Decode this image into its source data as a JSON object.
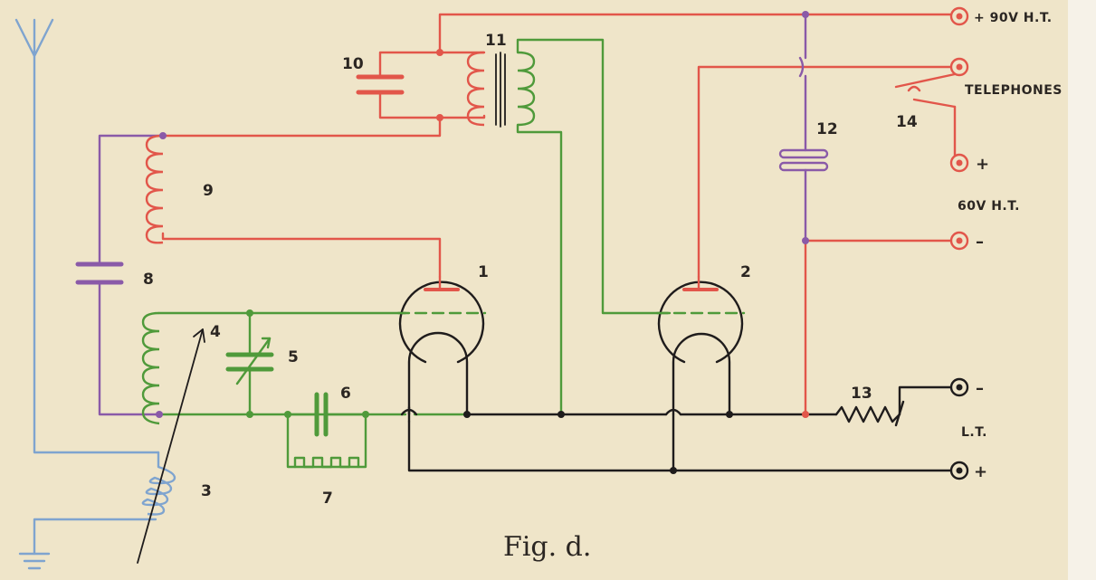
{
  "colors": {
    "red": "#e2564a",
    "green": "#4f9a3a",
    "blue": "#7fa4cf",
    "purple": "#8a5aa8",
    "black": "#1f1c1c",
    "background": "#efe5c9"
  },
  "labels": {
    "n1": "1",
    "n2": "2",
    "n3": "3",
    "n4": "4",
    "n5": "5",
    "n6": "6",
    "n7": "7",
    "n8": "8",
    "n9": "9",
    "n10": "10",
    "n11": "11",
    "n12": "12",
    "n13": "13",
    "n14": "14"
  },
  "terminals": {
    "ht90": "+ 90V H.T.",
    "telephones": "TELEPHONES",
    "plus60": "+",
    "ht60": "60V H.T.",
    "minus60": "–",
    "lt_minus": "–",
    "lt": "L.T.",
    "lt_plus": "+"
  },
  "caption": "Fig. d."
}
